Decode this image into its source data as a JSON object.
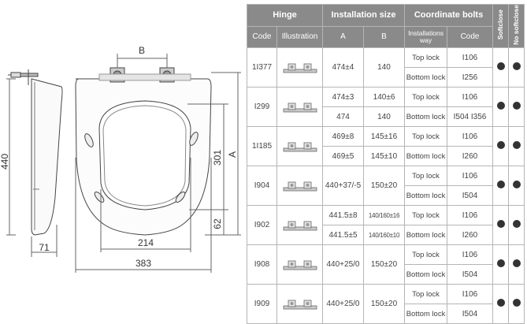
{
  "drawing": {
    "dim_B": "B",
    "dim_440": "440",
    "dim_301": "301",
    "dim_A": "A",
    "dim_62": "62",
    "dim_71": "71",
    "dim_214": "214",
    "dim_383": "383"
  },
  "table": {
    "group_headers": [
      "Hinge",
      "Installation size",
      "Coordinate bolts"
    ],
    "softclose": "Softclose",
    "no_softclose": "No softclose",
    "sub_headers": [
      "Code",
      "Illustration",
      "A",
      "B",
      "Installations way",
      "Code"
    ],
    "rows": [
      {
        "code": "1I377",
        "lines": [
          {
            "a": "474±4",
            "b": "140",
            "way": "Top lock",
            "bolt": "I106"
          },
          {
            "a": "",
            "b": "",
            "way": "Bottom lock",
            "bolt": "I256"
          }
        ]
      },
      {
        "code": "I299",
        "lines": [
          {
            "a": "474±3",
            "b": "140±6",
            "way": "Top lock",
            "bolt": "I106"
          },
          {
            "a": "474",
            "b": "140",
            "way": "Bottom lock",
            "bolt": "I504 I356"
          }
        ]
      },
      {
        "code": "1I185",
        "lines": [
          {
            "a": "469±8",
            "b": "145±16",
            "way": "Top lock",
            "bolt": "I106"
          },
          {
            "a": "469±5",
            "b": "145±10",
            "way": "Bottom lock",
            "bolt": "I260"
          }
        ]
      },
      {
        "code": "I904",
        "lines": [
          {
            "a": "440+37/-5",
            "b": "150±20",
            "way": "Top lock",
            "bolt": "I106"
          },
          {
            "a": "",
            "b": "",
            "way": "Bottom lock",
            "bolt": "I504"
          }
        ]
      },
      {
        "code": "I902",
        "lines": [
          {
            "a": "441.5±8",
            "b": "140/160±16",
            "way": "Top lock",
            "bolt": "I106"
          },
          {
            "a": "441.5±5",
            "b": "140/160±10",
            "way": "Bottom lock",
            "bolt": "I260"
          }
        ]
      },
      {
        "code": "I908",
        "lines": [
          {
            "a": "440+25/0",
            "b": "150±20",
            "way": "Top lock",
            "bolt": "I106"
          },
          {
            "a": "",
            "b": "",
            "way": "Bottom lock",
            "bolt": "I504"
          }
        ]
      },
      {
        "code": "I909",
        "lines": [
          {
            "a": "440+25/0",
            "b": "150±20",
            "way": "Top lock",
            "bolt": "I106"
          },
          {
            "a": "",
            "b": "",
            "way": "Bottom lock",
            "bolt": "I504"
          }
        ]
      }
    ]
  }
}
